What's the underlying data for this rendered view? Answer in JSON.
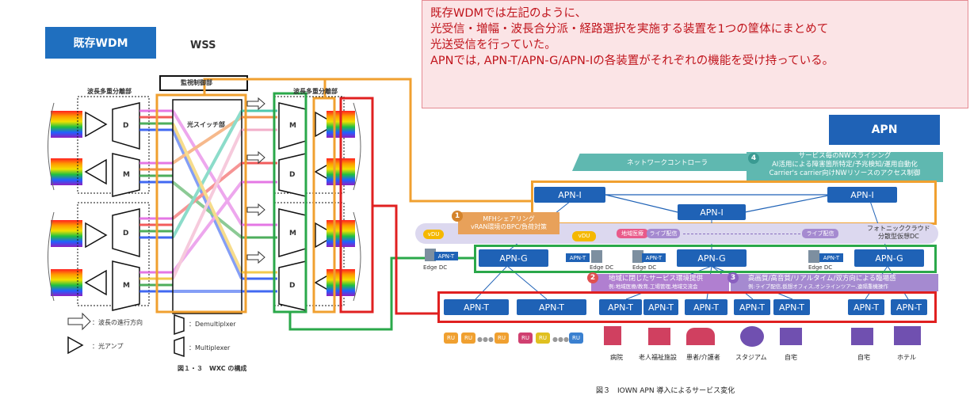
{
  "left": {
    "badge": "既存WDM",
    "wss_label": "WSS",
    "monitor_label": "監視制御部",
    "demux_label_left": "波長多重分離部",
    "demux_label_right": "波長多重分離部",
    "switch_label": "光スイッチ部",
    "mux_letter": "M",
    "demux_letter": "D",
    "legend": {
      "direction": "：波長の進行方向",
      "amp": "：光アンプ",
      "demux": "：Demultiplxer",
      "mux": "：Multiplexer"
    },
    "figure_caption": "図１・３　WXC の構成"
  },
  "note": {
    "lines": [
      "既存WDMでは左記のように、",
      "光受信・増幅・波長合分派・経路選択を実施する装置を1つの筐体にまとめて",
      "光送受信を行っていた。",
      "APNでは, APN-T/APN-G/APN-Iの各装置がそれぞれの機能を受け持っている。"
    ]
  },
  "right": {
    "badge": "APN",
    "controller": "ネットワークコントローラ",
    "slicing": {
      "num": "4",
      "title": "サービス毎のNWスライシング",
      "line1": "AI活用による障害箇所特定/予兆検知/運用自動化",
      "line2": "Carrier's carrier向けNWリソースのアクセス制御"
    },
    "apn_i": [
      "APN-I",
      "APN-I",
      "APN-I"
    ],
    "mfh": {
      "num": "1",
      "title": "MFHシェアリング",
      "sub": "vRAN環境のBPC/負荷対策"
    },
    "photonic": {
      "line1": "フォトニッククラウド",
      "line2": "分散型仮想DC"
    },
    "vdu": "vDU",
    "chiiki": "地域医療",
    "live": "ライブ配信",
    "live2": "ライブ配信",
    "apn_g": [
      "APN-G",
      "APN-G",
      "APN-G"
    ],
    "apn_t_small": "APN-T",
    "edge_dc": "Edge DC",
    "band2": {
      "num": "2",
      "title": "地域に閉じたサービス環境提供",
      "sub": "例:地域医療/教育,工場管理,地域交流会"
    },
    "band3": {
      "num": "3",
      "title": "高画質/高音質/リアルタイム/双方向による臨場感",
      "sub": "例:ライブ配信,仮想オフィス,オンラインツアー,遠隔重機操作"
    },
    "apn_t": [
      "APN-T",
      "APN-T",
      "APN-T",
      "APN-T",
      "APN-T",
      "APN-T",
      "APN-T",
      "APN-T"
    ],
    "ru": "RU",
    "places": [
      "病院",
      "老人福祉施設",
      "患者/介護者",
      "スタジアム",
      "自宅",
      "自宅",
      "ホテル"
    ],
    "figure_caption": "図３　IOWN APN 導入によるサービス変化"
  },
  "colors": {
    "orange": "#f0a030",
    "green": "#2aa84a",
    "red": "#e02020",
    "blue": "#1f62b6"
  }
}
